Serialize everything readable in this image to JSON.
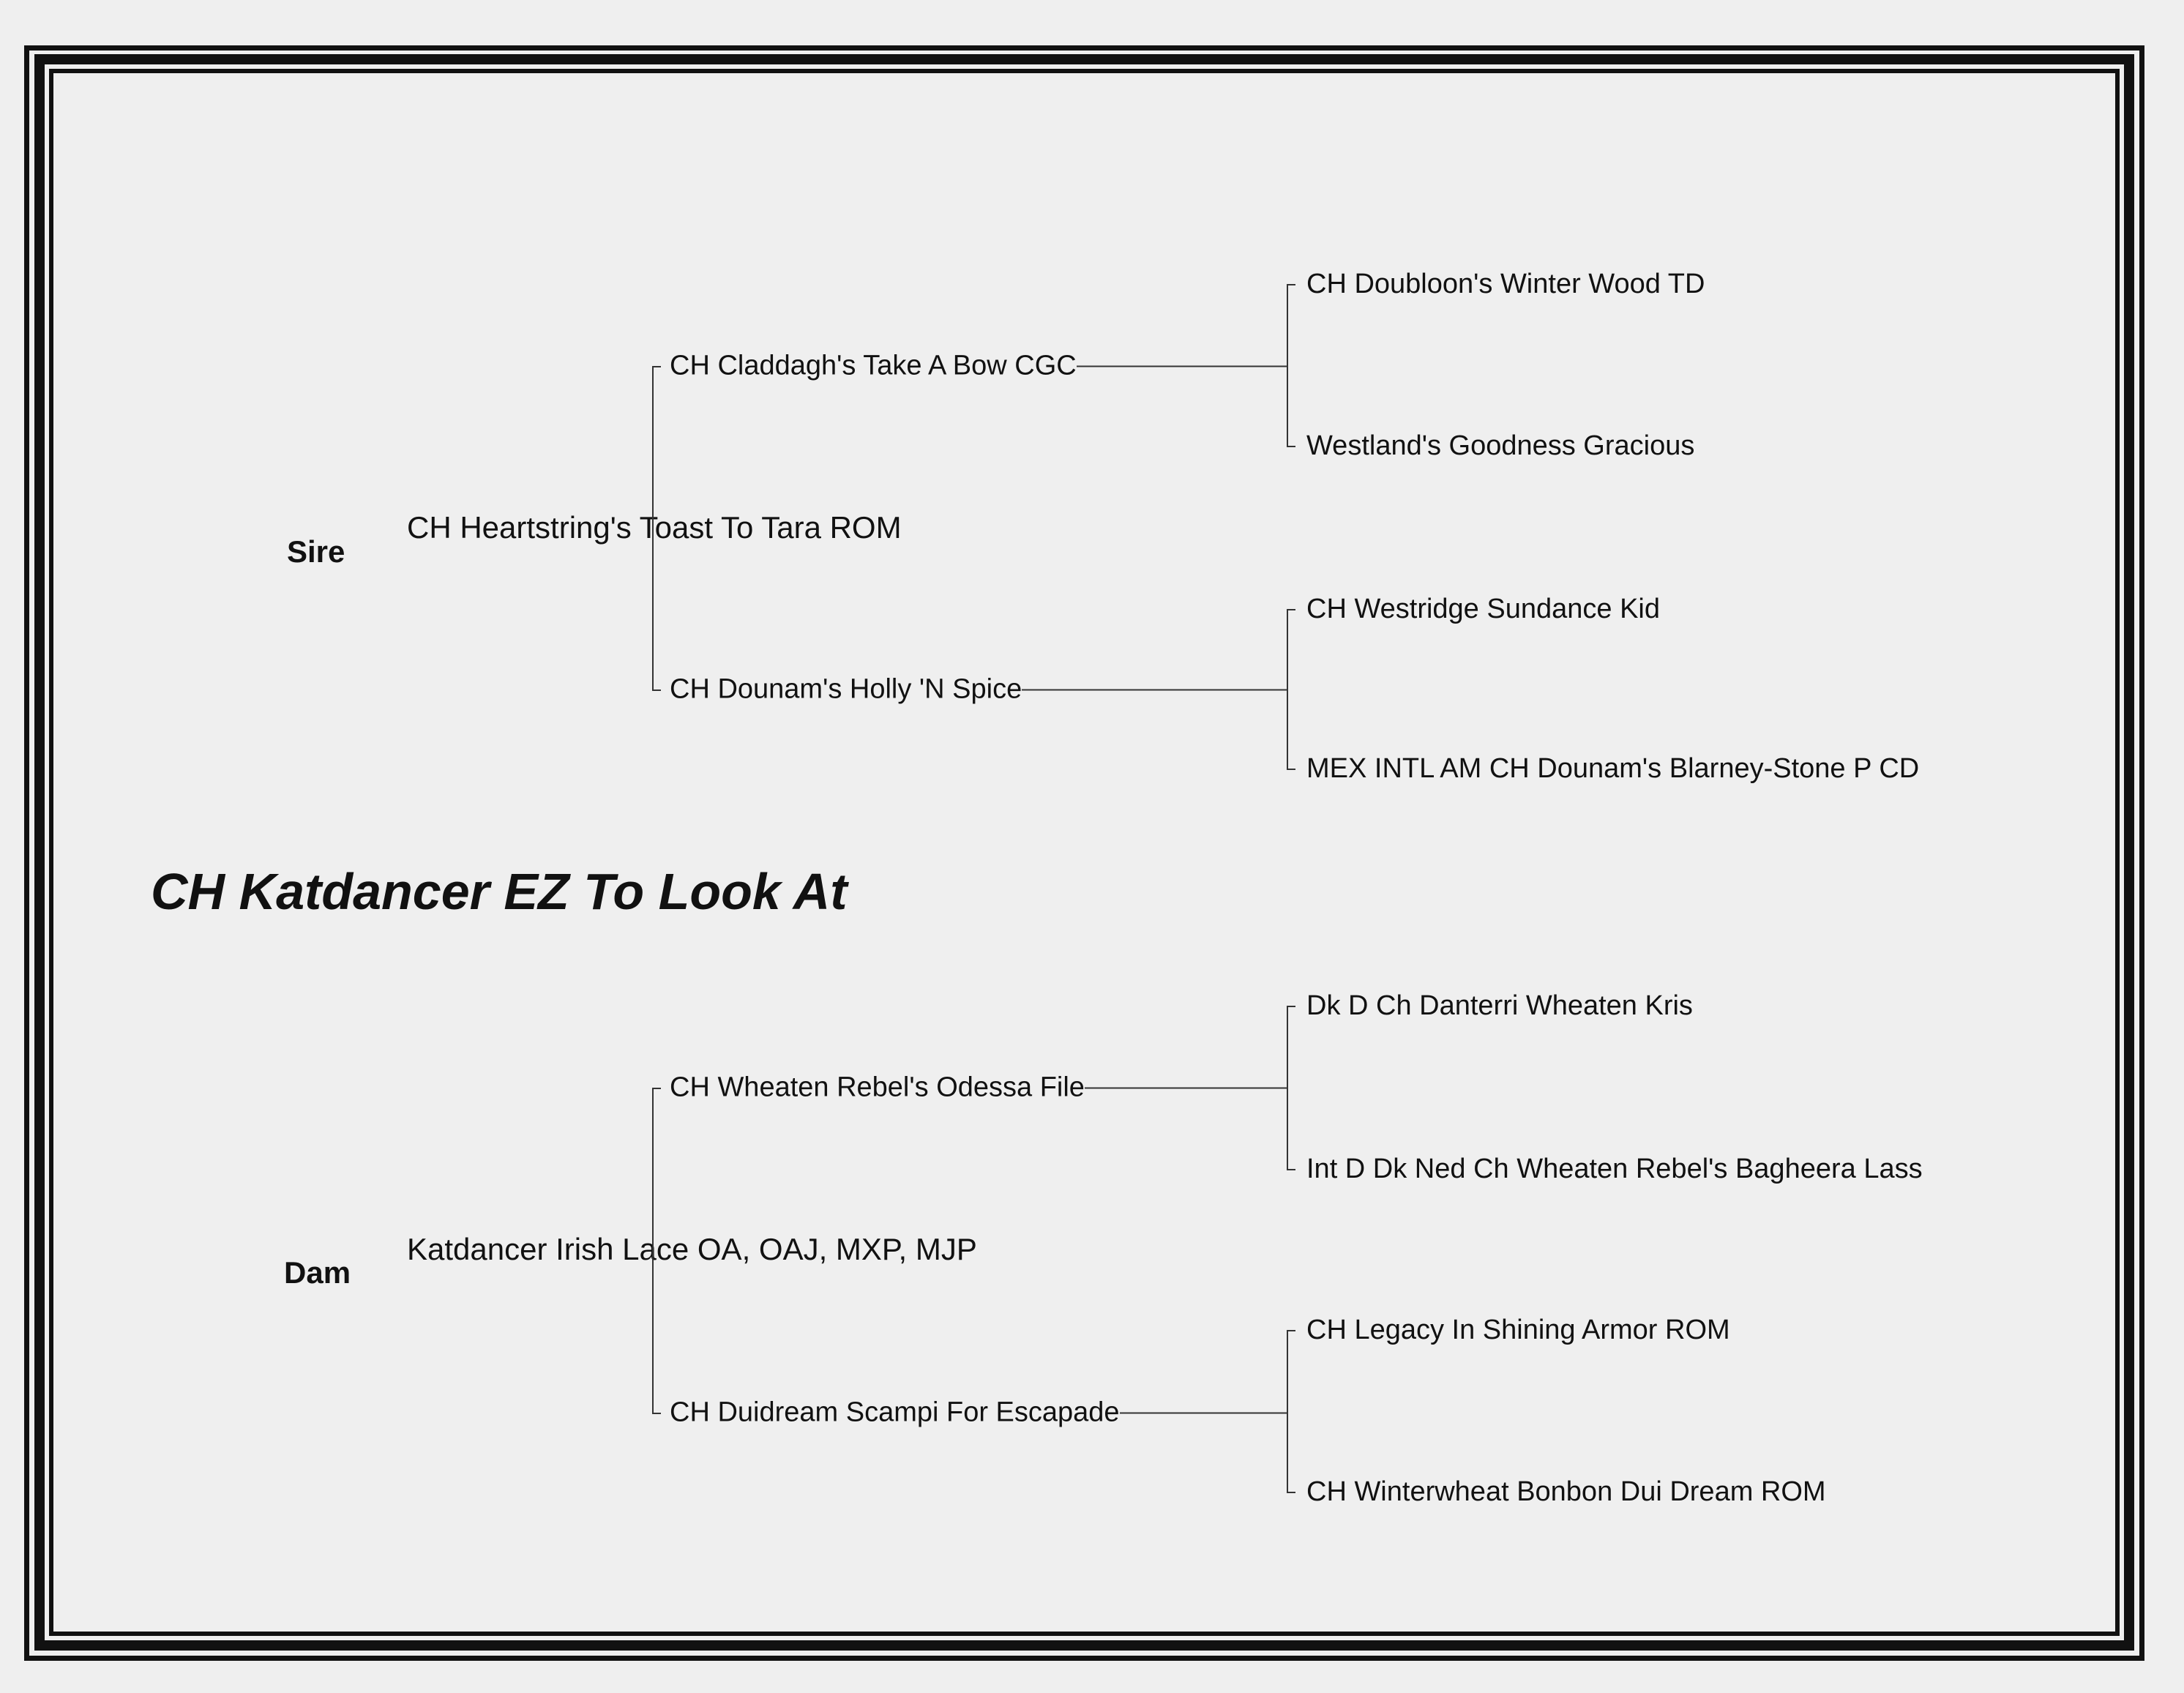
{
  "title": "CH Katdancer EZ To Look At",
  "sire": {
    "label": "Sire",
    "name": "CH Heartstring's Toast To Tara ROM",
    "sire": {
      "name": "CH Claddagh's Take A Bow CGC",
      "sire": "CH Doubloon's Winter Wood TD",
      "dam": "Westland's Goodness Gracious"
    },
    "dam": {
      "name": "CH Dounam's Holly 'N Spice",
      "sire": "CH Westridge Sundance Kid",
      "dam": "MEX INTL AM CH Dounam's Blarney-Stone P CD"
    }
  },
  "dam": {
    "label": "Dam",
    "name": "Katdancer Irish Lace OA, OAJ, MXP, MJP",
    "sire": {
      "name": "CH Wheaten Rebel's Odessa File",
      "sire": "Dk D Ch Danterri Wheaten Kris",
      "dam": "Int D Dk Ned Ch Wheaten Rebel's Bagheera Lass"
    },
    "dam": {
      "name": "CH Duidream Scampi For Escapade",
      "sire": "CH Legacy In Shining Armor ROM",
      "dam": "CH Winterwheat Bonbon Dui Dream ROM"
    }
  }
}
